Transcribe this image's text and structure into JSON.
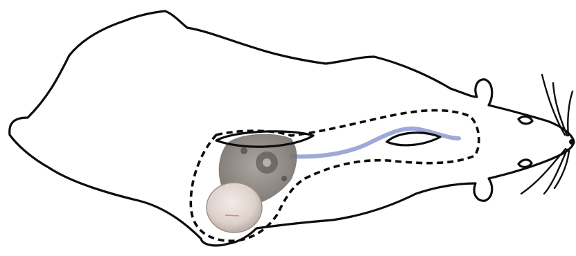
{
  "colors": {
    "body_fill_top": "#fbe9ea",
    "body_fill_bottom": "#f6c9cc",
    "pocket_fill": "#f3b9bf",
    "outline": "#0d0d0d",
    "catheter": "#9ea9d9",
    "device_housing": "#8c8580",
    "device_cap": "#e6dcd8"
  },
  "elements": {
    "body": "rat-body-outline",
    "pocket": "subcutaneous-pocket-dashed",
    "device": "implanted-pump-device",
    "catheter": "catheter-tube",
    "incision": "incision-slit",
    "head": "rat-head"
  }
}
